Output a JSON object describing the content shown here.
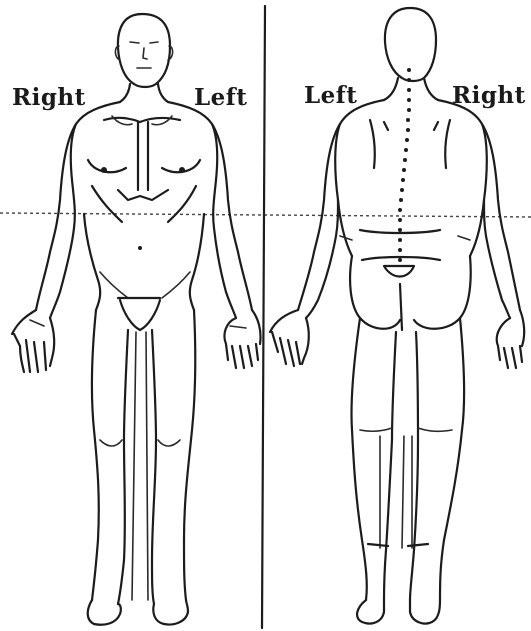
{
  "figures": {
    "front": {
      "label_right": "Right",
      "label_left": "Left"
    },
    "back": {
      "label_left": "Left",
      "label_right": "Right"
    }
  },
  "colors": {
    "ink": "#1c1c1c",
    "background": "#ffffff"
  }
}
